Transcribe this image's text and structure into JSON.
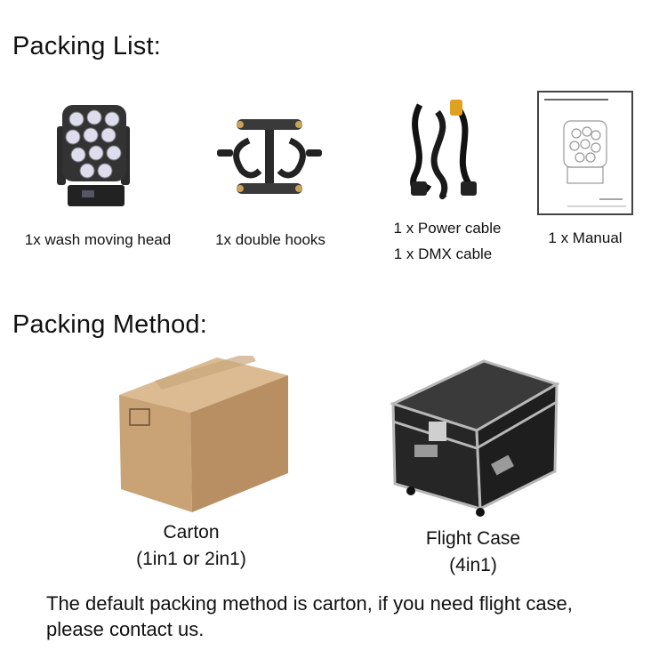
{
  "packing_list": {
    "title": "Packing List:",
    "items": [
      {
        "label": "1x wash moving head",
        "icon": "moving-head-light-icon"
      },
      {
        "label": "1x double hooks",
        "icon": "double-hooks-icon"
      },
      {
        "label_lines": [
          "1 x Power cable",
          "1 x DMX cable"
        ],
        "icon": "cables-icon"
      },
      {
        "label": "1 x Manual",
        "icon": "manual-icon"
      }
    ]
  },
  "packing_method": {
    "title": "Packing Method:",
    "options": [
      {
        "name": "Carton",
        "detail": "(1in1 or 2in1)",
        "icon": "carton-box-icon"
      },
      {
        "name": "Flight Case",
        "detail": "(4in1)",
        "icon": "flight-case-icon"
      }
    ]
  },
  "note_lines": [
    "The default packing method is carton, if you need flight case,",
    "please contact us."
  ],
  "colors": {
    "text": "#111111",
    "carton": "#c9a276",
    "case": "#2a2a2a",
    "metal": "#b8b8b8"
  }
}
